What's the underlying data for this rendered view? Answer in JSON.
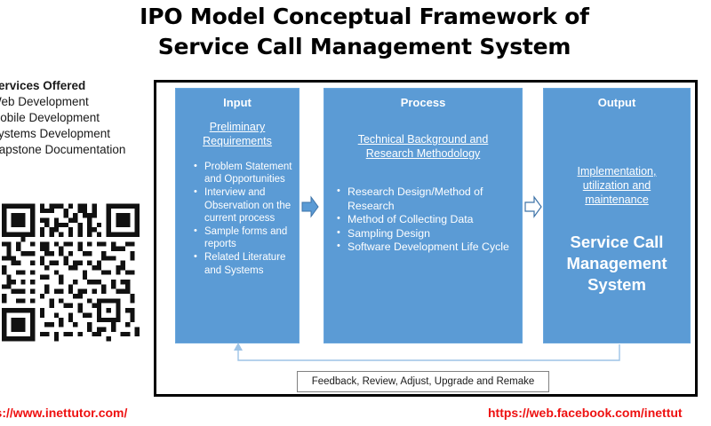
{
  "title": {
    "line1": "IPO Model Conceptual Framework of",
    "line2": "Service Call Management System"
  },
  "services": {
    "heading": "Services Offered",
    "items": [
      "Web Development",
      "Mobile Development",
      "Systems Development",
      "Capstone Documentation"
    ]
  },
  "diagram": {
    "type": "ipo-model",
    "accent_color": "#5B9BD5",
    "frame_color": "#000000",
    "stages": [
      {
        "heading": "Input",
        "subheading": "Preliminary Requirements",
        "items": [
          "Problem Statement and Opportunities",
          "Interview and Observation on the current process",
          "Sample forms and reports",
          "Related Literature and Systems"
        ]
      },
      {
        "heading": "Process",
        "subheading": "Technical Background and Research Methodology",
        "items": [
          "Research Design/Method of Research",
          "Method of Collecting Data",
          "Sampling Design",
          "Software Development Life Cycle"
        ]
      },
      {
        "heading": "Output",
        "subheading": "Implementation, utilization and maintenance",
        "system_name": "Service Call Management System",
        "items": []
      }
    ],
    "arrows": [
      {
        "name": "input-to-process",
        "direction": "right"
      },
      {
        "name": "process-to-output",
        "direction": "right"
      }
    ],
    "feedback": {
      "label": "Feedback, Review, Adjust, Upgrade and Remake",
      "line_color": "#9DC3E6"
    }
  },
  "footer": {
    "url_left": "ps://www.inettutor.com/",
    "url_right": "https://web.facebook.com/inettut",
    "url_color": "#EE1111"
  },
  "qr_code": {
    "name": "qr-code-image",
    "alt": "QR code"
  }
}
